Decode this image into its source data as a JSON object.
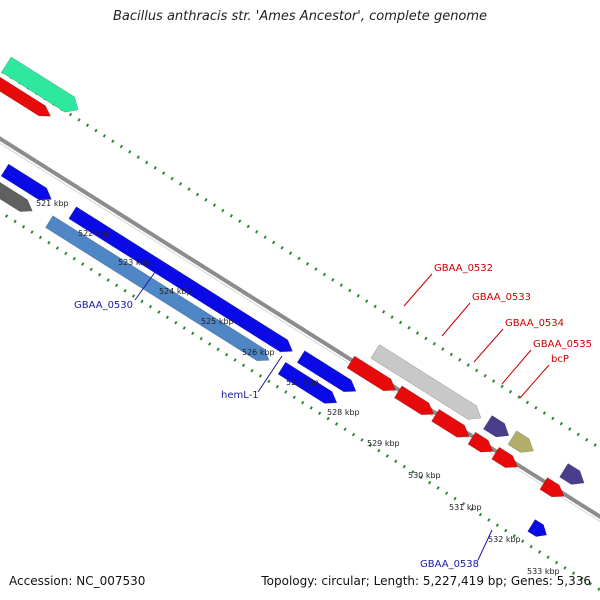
{
  "title": "Bacillus anthracis str. 'Ames Ancestor', complete genome",
  "footer": {
    "accession": "Accession: NC_007530",
    "stats": "Topology: circular; Length: 5,227,419 bp; Genes: 5,336"
  },
  "colors": {
    "backbone": "#8c8c8c",
    "tick_track": "#2e8b2e",
    "cds_forward": "#0a0ae6",
    "cds_reverse": "#e60a0a",
    "other_gene": "#c8c8c8",
    "label_blue": "#1a1aa0",
    "label_red": "#cc0000"
  },
  "scale": {
    "unit": "kbp",
    "ticks": [
      "521 kbp",
      "522 kbp",
      "523 kbp",
      "524 kbp",
      "525 kbp",
      "526 kbp",
      "527 kbp",
      "528 kbp",
      "529 kbp",
      "530 kbp",
      "531 kbp",
      "532 kbp",
      "533 kbp"
    ]
  },
  "gene_labels": [
    {
      "text": "GBAA_0530",
      "color": "#1a1aa0"
    },
    {
      "text": "hemL-1",
      "color": "#1a1aa0"
    },
    {
      "text": "GBAA_0532",
      "color": "#cc0000"
    },
    {
      "text": "GBAA_0533",
      "color": "#cc0000"
    },
    {
      "text": "GBAA_0534",
      "color": "#cc0000"
    },
    {
      "text": "GBAA_0535",
      "color": "#cc0000"
    },
    {
      "text": "bcP",
      "color": "#cc0000"
    },
    {
      "text": "GBAA_0538",
      "color": "#1a1aa0"
    }
  ]
}
